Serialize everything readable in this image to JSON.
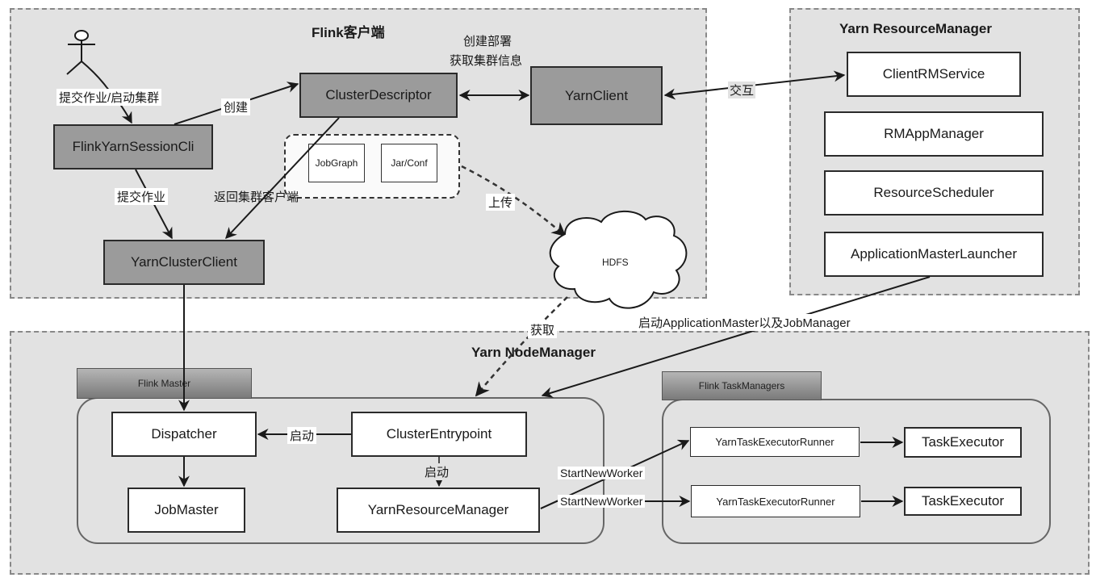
{
  "regions": {
    "flink_client": "Flink客户端",
    "yarn_rm": "Yarn ResourceManager",
    "yarn_nm": "Yarn NodeManager"
  },
  "client": {
    "session_cli": "FlinkYarnSessionCli",
    "cluster_descriptor": "ClusterDescriptor",
    "yarn_client": "YarnClient",
    "yarn_cluster_client": "YarnClusterClient",
    "artifacts": [
      "JobGraph",
      "Jar/Conf"
    ]
  },
  "rm": {
    "components": [
      "ClientRMService",
      "RMAppManager",
      "ResourceScheduler",
      "ApplicationMasterLauncher"
    ]
  },
  "storage": {
    "hdfs": "HDFS"
  },
  "nm": {
    "flink_master_tab": "Flink Master",
    "taskmanagers_tab": "Flink TaskManagers",
    "dispatcher": "Dispatcher",
    "job_master": "JobMaster",
    "cluster_entrypoint": "ClusterEntrypoint",
    "yarn_resource_manager": "YarnResourceManager",
    "runners": [
      "YarnTaskExecutorRunner",
      "YarnTaskExecutorRunner"
    ],
    "executors": [
      "TaskExecutor",
      "TaskExecutor"
    ]
  },
  "edges": {
    "submit_start": "提交作业/启动集群",
    "create": "创建",
    "create_deploy": "创建部署",
    "get_cluster_info": "获取集群信息",
    "interact": "交互",
    "submit_job": "提交作业",
    "return_client": "返回集群客户端",
    "upload": "上传",
    "fetch": "获取",
    "launch_am": "启动ApplicationMaster以及JobManager",
    "start_dispatcher": "启动",
    "start_rm": "启动",
    "start_worker_1": "StartNewWorker",
    "start_worker_2": "StartNewWorker"
  }
}
